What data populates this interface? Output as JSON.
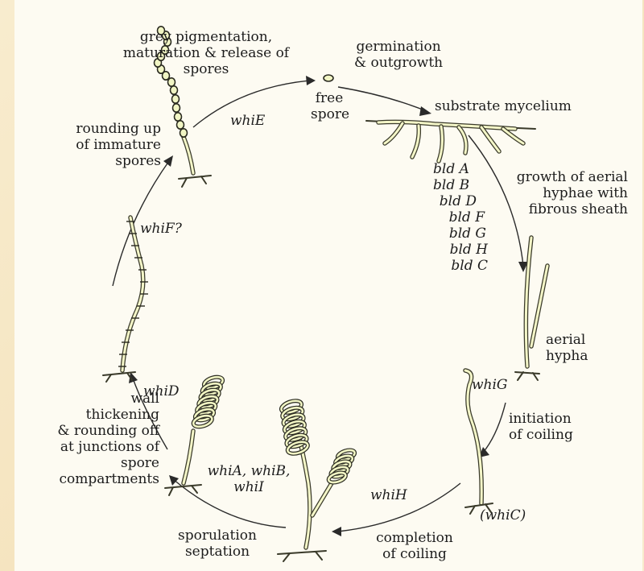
{
  "stages": {
    "free_spore": "free\nspore",
    "germination": "germination\n& outgrowth",
    "substrate_mycelium": "substrate mycelium",
    "aerial_growth": "growth of aerial\nhyphae with\nfibrous sheath",
    "aerial_hypha": "aerial\nhypha",
    "initiation_coiling": "initiation\nof coiling",
    "completion_coiling": "completion\nof coiling",
    "sporulation_septation": "sporulation\nseptation",
    "wall_thickening": "wall\nthickening\n& rounding off\nat junctions of\nspore\ncompartments",
    "rounding_up": "rounding up\nof immature\nspores",
    "grey_pigmentation": "grey pigmentation,\nmaturation & release of\nspores"
  },
  "genes": {
    "bld": [
      "bld A",
      "bld B",
      "bld D",
      "bld F",
      "bld G",
      "bld H",
      "bld C"
    ],
    "whiE": "whiE",
    "whiF": "whiF?",
    "whiD": "whiD",
    "whiA_B_I": "whiA, whiB,\nwhiI",
    "whiH": "whiH",
    "whiC": "(whiC)",
    "whiG": "whiG"
  },
  "colors": {
    "background": "#f7e9c8",
    "panel": "#fdfbf2",
    "hypha_fill": "#f4f6c8",
    "ink": "#2a2a2a"
  }
}
